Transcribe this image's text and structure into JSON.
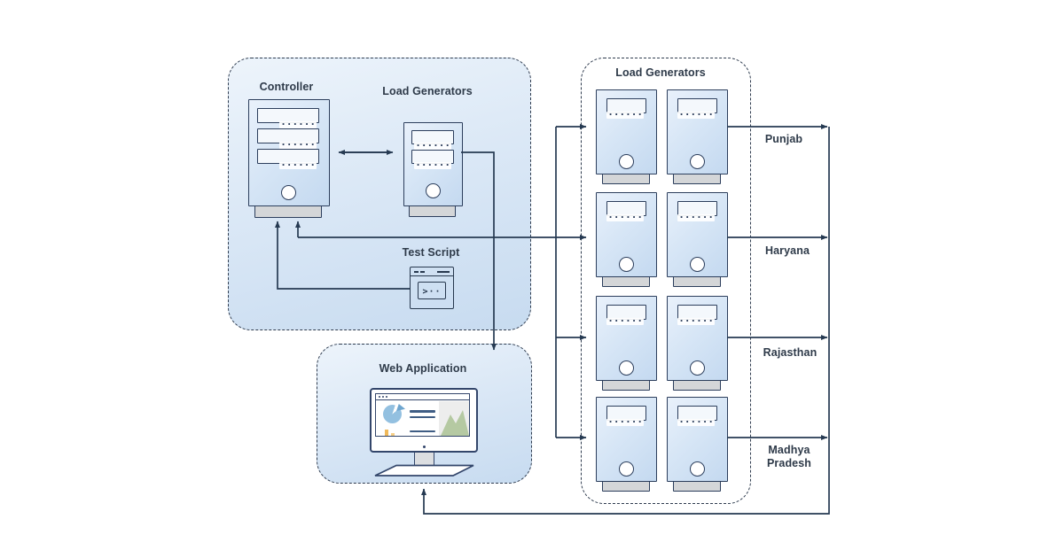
{
  "local_cluster": {
    "controller_label": "Controller",
    "load_generators_label": "Load Generators",
    "test_script_label": "Test Script",
    "terminal_prompt": ">··"
  },
  "web_application": {
    "label": "Web Application"
  },
  "remote_cluster": {
    "title": "Load Generators",
    "regions": [
      {
        "name": "Punjab"
      },
      {
        "name": "Haryana"
      },
      {
        "name": "Rajasthan"
      },
      {
        "name": "Madhya Pradesh"
      }
    ]
  },
  "colors": {
    "wire": "#263a52",
    "dashed_border": "#2e3b4e",
    "box_fill_top": "#edf4fb",
    "box_fill_bottom": "#c7dbf0",
    "server_border": "#2c3e5c",
    "server_base_gray": "#d4d6d8",
    "pie_blue": "#93c0e0",
    "bar_amber": "#f0b95a",
    "mountain_green": "#b5c9a2",
    "text": "#2e3a49"
  }
}
